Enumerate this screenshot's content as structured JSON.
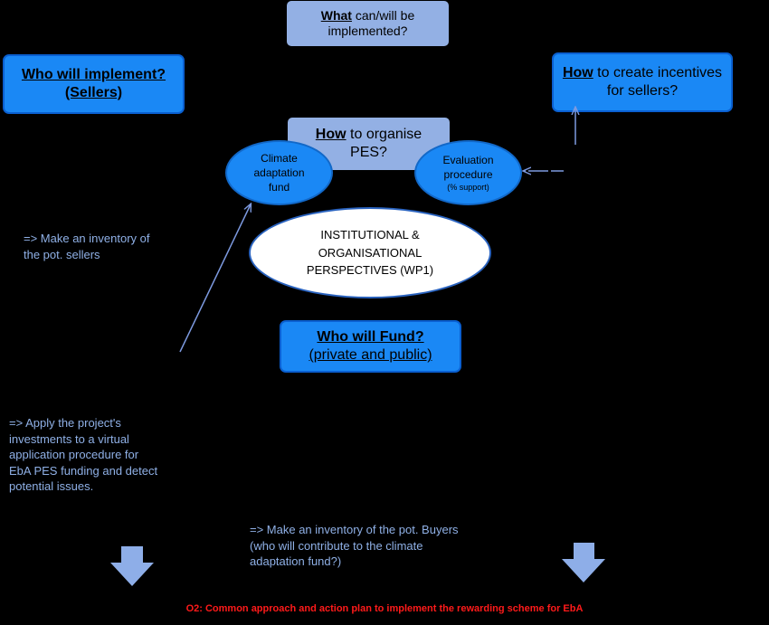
{
  "boxes": {
    "what": {
      "kw": "What",
      "rest": " can/will be",
      "line2": "implemented?"
    },
    "who_implement": {
      "line1": "Who will implement?",
      "line2": "(Sellers)"
    },
    "how_incentives": {
      "kw": "How",
      "rest": " to create incentives",
      "line2": "for sellers?"
    },
    "how_organise": {
      "kw": "How",
      "rest": " to organise",
      "line2": "PES?"
    },
    "who_fund": {
      "line1": "Who will Fund?",
      "line2": "(private and public)"
    }
  },
  "ellipses": {
    "climate_fund": {
      "lines": [
        "Climate",
        "adaptation",
        "fund"
      ]
    },
    "evaluation": {
      "lines": [
        "Evaluation",
        "procedure"
      ],
      "small": "(% support)"
    },
    "institutional": {
      "lines": [
        "INSTITUTIONAL &",
        "ORGANISATIONAL",
        "PERSPECTIVES (WP1)"
      ]
    }
  },
  "notes": {
    "sellers_inventory": [
      "=> Make an inventory of",
      "the pot. sellers"
    ],
    "apply_investments": [
      "=> Apply the project's",
      "investments to a virtual",
      "application procedure for",
      "EbA PES funding and detect",
      "potential issues."
    ],
    "buyers_inventory": [
      "=> Make an inventory of the pot. Buyers",
      "(who will contribute to the climate",
      "adaptation fund?)"
    ]
  },
  "footer": "O2: Common approach and action plan to implement the rewarding scheme for EbA",
  "colors": {
    "accent_blue": "#1a88f5",
    "light_blue": "#93b0e4",
    "note_text": "#8fb0e6",
    "footer_red": "#ff1a1a",
    "arrow": "#7d9ae0"
  }
}
